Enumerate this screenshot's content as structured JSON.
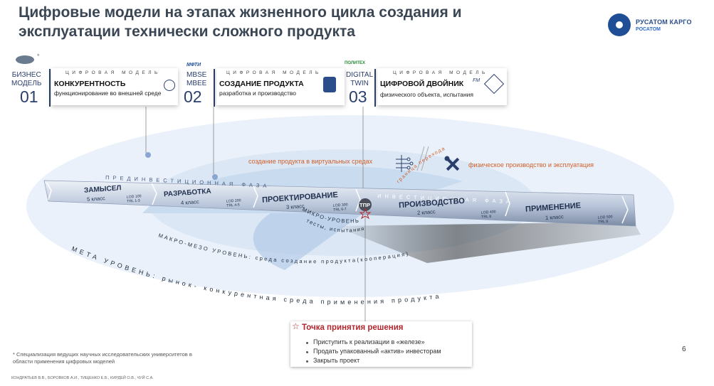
{
  "title_line1": "Цифровые модели на этапах жизненного цикла создания и",
  "title_line2": "эксплуатации  технически сложного продукта",
  "logo": {
    "name": "РУСАТОМ КАРГО",
    "sub": "РОСАТОМ"
  },
  "models": [
    {
      "tag1": "БИЗНЕС",
      "tag2": "МОДЕЛЬ",
      "num": "01",
      "caption": "ЦИФРОВАЯ МОДЕЛЬ",
      "head": "КОНКУРЕНТНОСТЬ",
      "desc": "функционирование во внешней среде",
      "asterisk": "*"
    },
    {
      "tag1": "MBSE",
      "tag2": "MBEE",
      "num": "02",
      "caption": "ЦИФРОВАЯ МОДЕЛЬ",
      "head": "СОЗДАНИЕ ПРОДУКТА",
      "desc": "разработка и производство",
      "logo": "МФТИ"
    },
    {
      "tag1": "DIGITAL",
      "tag2": "TWIN",
      "num": "03",
      "caption": "ЦИФРОВАЯ МОДЕЛЬ",
      "head": "ЦИФРОВОЙ ДВОЙНИК",
      "desc": "физического объекта, испытания",
      "logo": "ПОЛИТЕХ",
      "badge": "FM"
    }
  ],
  "virtual_label": "создание продукта в виртуальных средах",
  "physical_label": "физическое производство и эксплуатация",
  "border_label": "граница перехода",
  "phases": {
    "pre": "ПРЕДИНВЕСТИЦИОННАЯ ФАЗА",
    "inv": "ИНВЕСТИЦИОННАЯ ФАЗА"
  },
  "stages": [
    {
      "name": "ЗАМЫСЕЛ",
      "cls": "5 класс",
      "lod1": "LOD 100",
      "lod2": "TRL 1-3"
    },
    {
      "name": "РАЗРАБОТКА",
      "cls": "4 класс",
      "lod1": "LOD 200",
      "lod2": "TRL 4-5"
    },
    {
      "name": "ПРОЕКТИРОВАНИЕ",
      "cls": "3 класс",
      "lod1": "LOD 300",
      "lod2": "TRL 6-7"
    },
    {
      "name": "ПРОИЗВОДСТВО",
      "cls": "2 класс",
      "lod1": "LOD 400",
      "lod2": "TRL 8"
    },
    {
      "name": "ПРИМЕНЕНИЕ",
      "cls": "1 класс",
      "lod1": "LOD 500",
      "lod2": "TRL 9"
    }
  ],
  "tpr_marker": "ТПР",
  "levels": {
    "micro1": "МИКРО-УРОВЕНЬ",
    "micro2": "тесты, испытания",
    "macro": "МАКРО-МЕЗО УРОВЕНЬ: среда создание продукта(кооперация)",
    "meta": "МЕТА УРОВЕНЬ: рынок- конкурентная среда применения продукта"
  },
  "decision": {
    "title": "Точка принятия решения",
    "items": [
      "Приступить к реализации в «железе»",
      "Продать упакованный «актив» инвесторам",
      "Закрыть проект"
    ]
  },
  "footnote": "Специализация ведущих научных исследовательских университетов в области применения цифровых моделей",
  "footnote_mark": "*",
  "authors": "КОНДРАТЬЕВ В.В., БОРОВКОВ А.И., ТИЩЕНКО Е.Б., КИРДЕЙ О.В., ЧУЙ С.А.",
  "page_number": "6",
  "colors": {
    "accent": "#2b3f6b",
    "decision": "#b3262d",
    "orange": "#d0602a",
    "ellipse": "#e3edf8",
    "ellipse_inner": "#c6d9ef"
  }
}
